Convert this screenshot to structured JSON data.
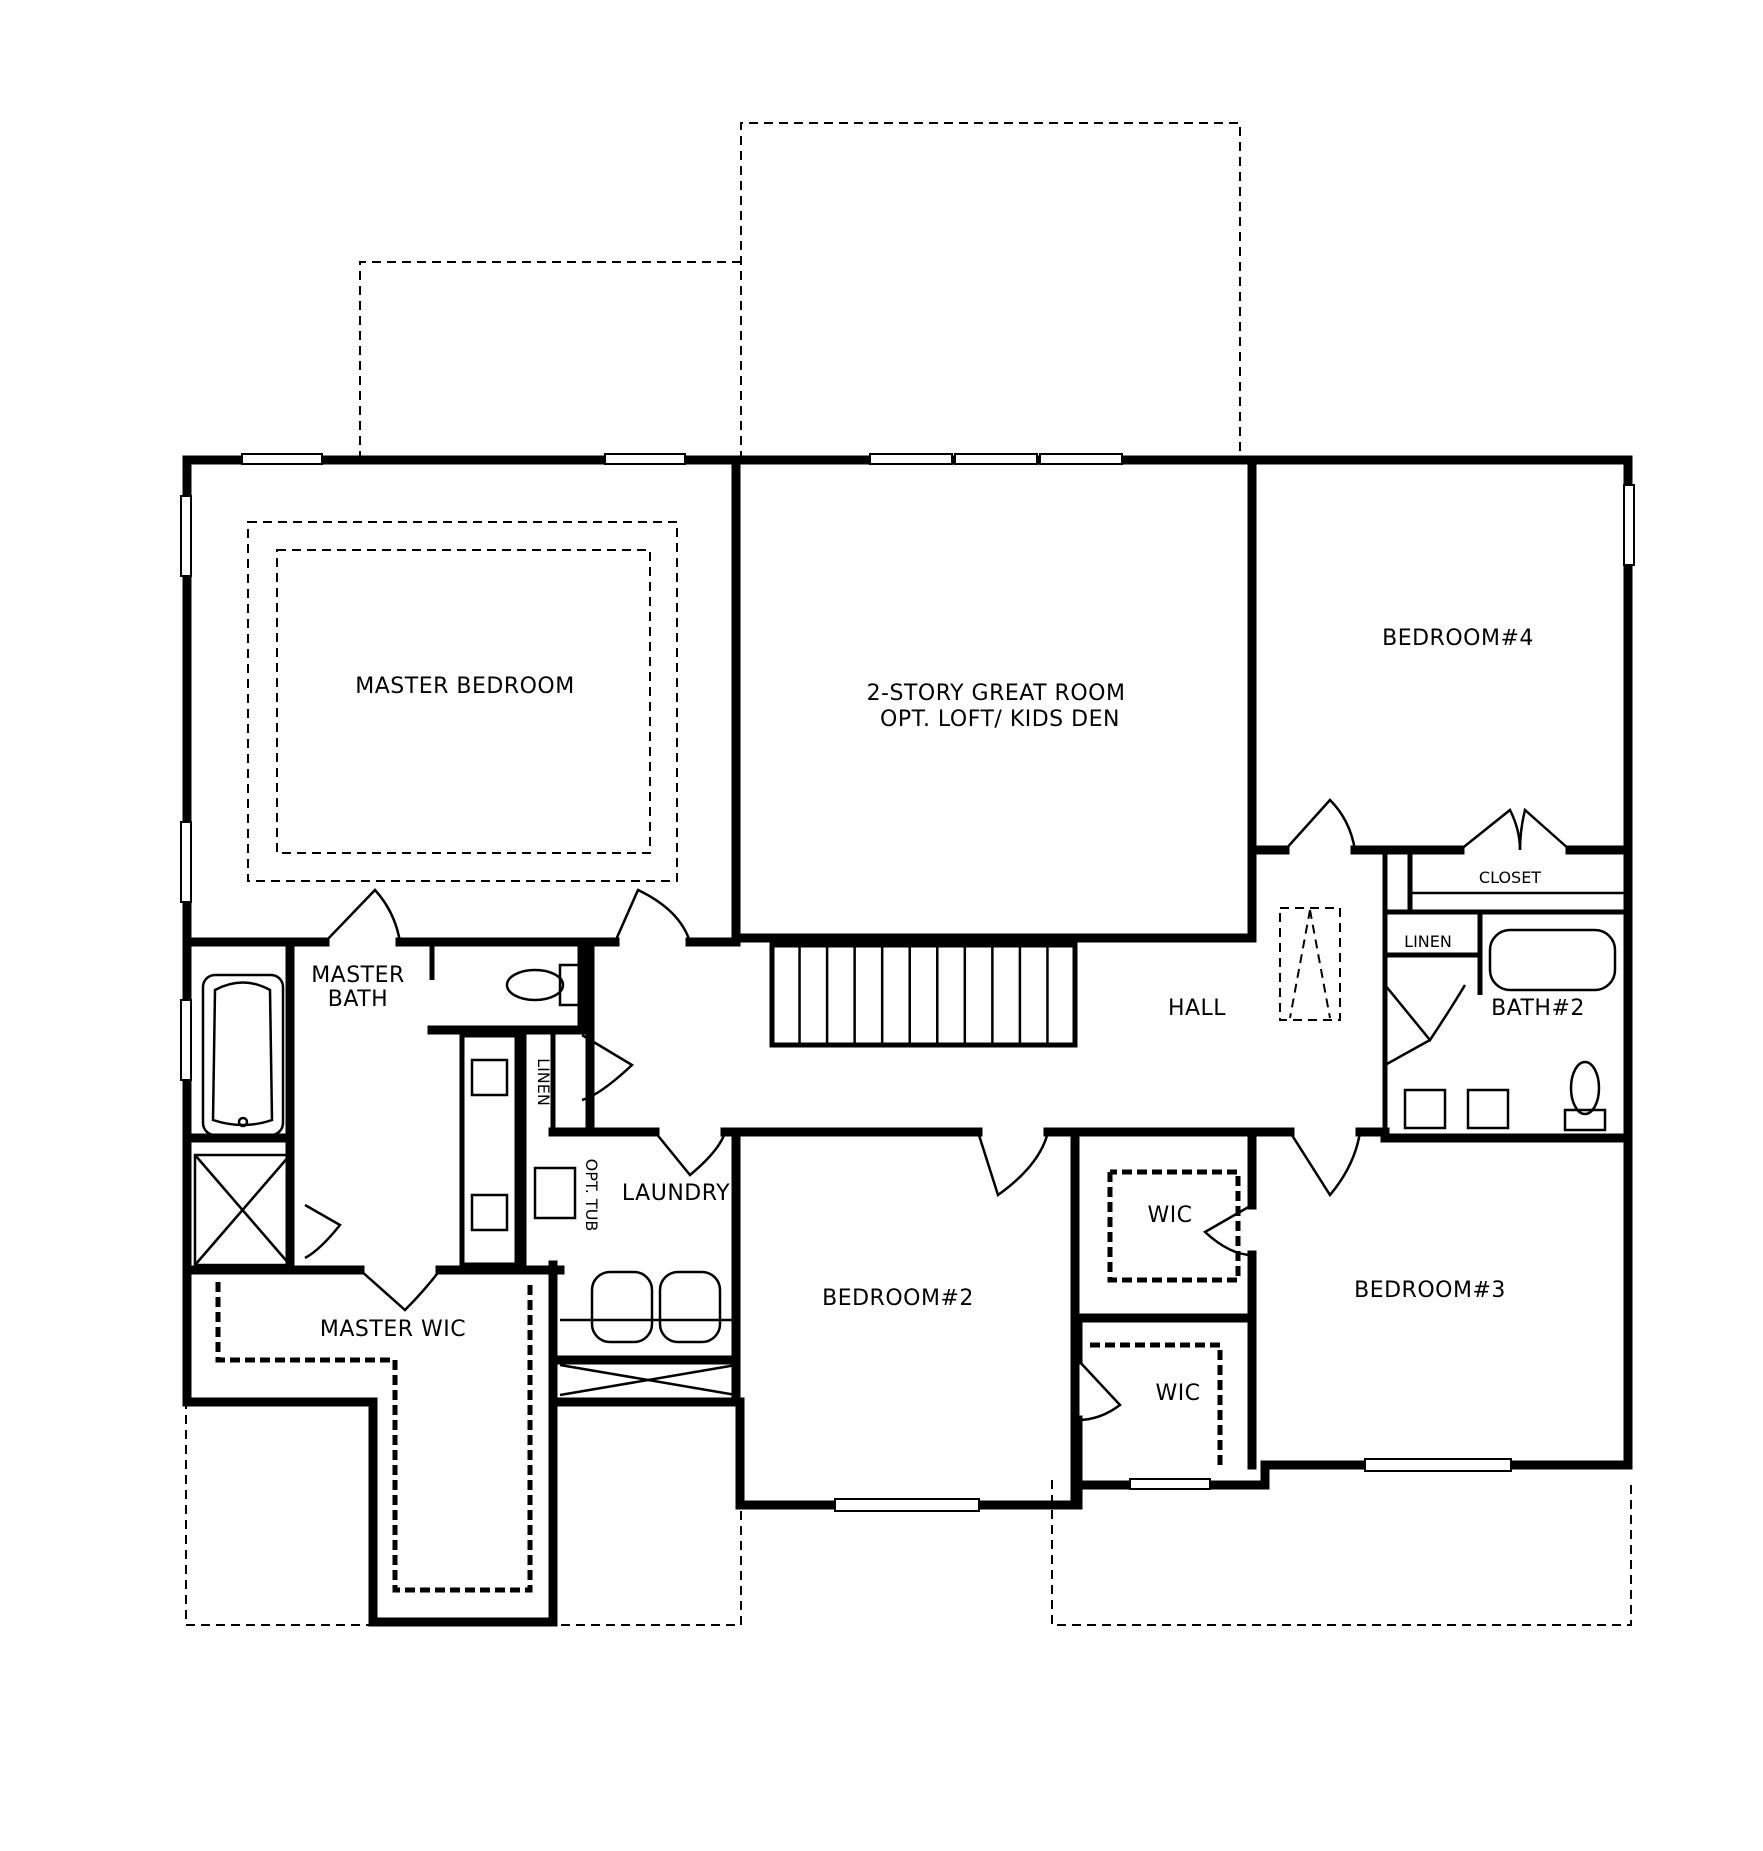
{
  "rooms": {
    "master_bedroom": "MASTER BEDROOM",
    "great_room_line1": "2-STORY GREAT ROOM",
    "great_room_line2": "OPT. LOFT/ KIDS DEN",
    "bedroom4": "BEDROOM#4",
    "master_bath_line1": "MASTER",
    "master_bath_line2": "BATH",
    "hall": "HALL",
    "closet": "CLOSET",
    "linen_right": "LINEN",
    "bath2": "BATH#2",
    "linen_left": "LINEN",
    "laundry": "LAUNDRY",
    "opt_tub": "OPT. TUB",
    "master_wic": "MASTER WIC",
    "bedroom2": "BEDROOM#2",
    "wic_upper": "WIC",
    "wic_lower": "WIC",
    "bedroom3": "BEDROOM#3"
  },
  "stair_treads": 11
}
